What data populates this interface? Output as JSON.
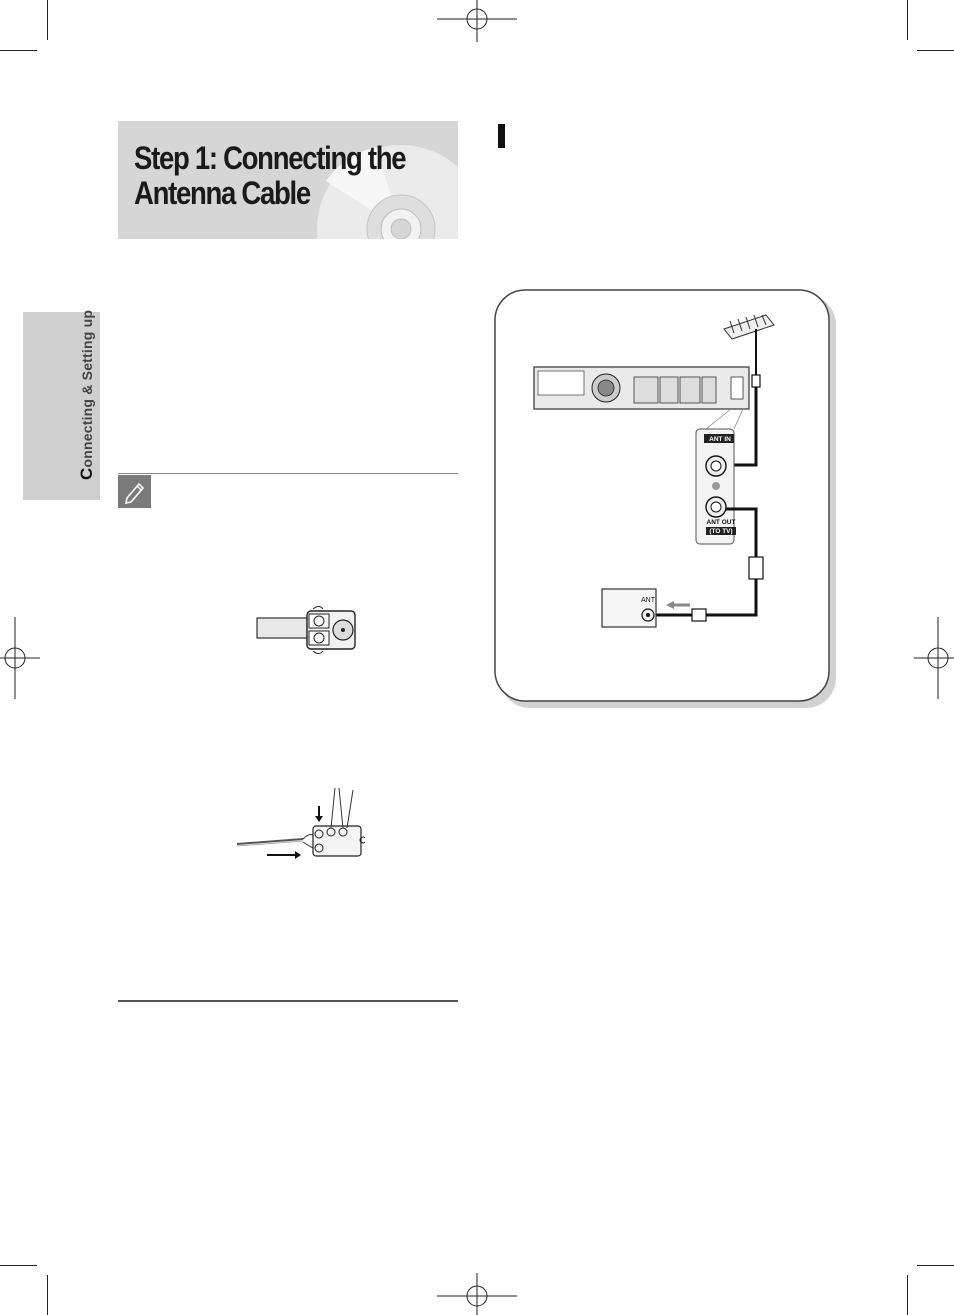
{
  "header": {
    "title_line1": "Step 1: Connecting the",
    "title_line2": "Antenna Cable"
  },
  "side_tab": {
    "initial": "C",
    "rest": "onnecting & Setting up"
  },
  "diagram": {
    "ant_in_label": "ANT IN",
    "ant_out_label": "ANT OUT",
    "ant_out_sub": "(TO TV)",
    "tv_ant_label": "ANT"
  },
  "icons": {
    "note": "pencil-icon",
    "step": "step-marker-icon"
  }
}
